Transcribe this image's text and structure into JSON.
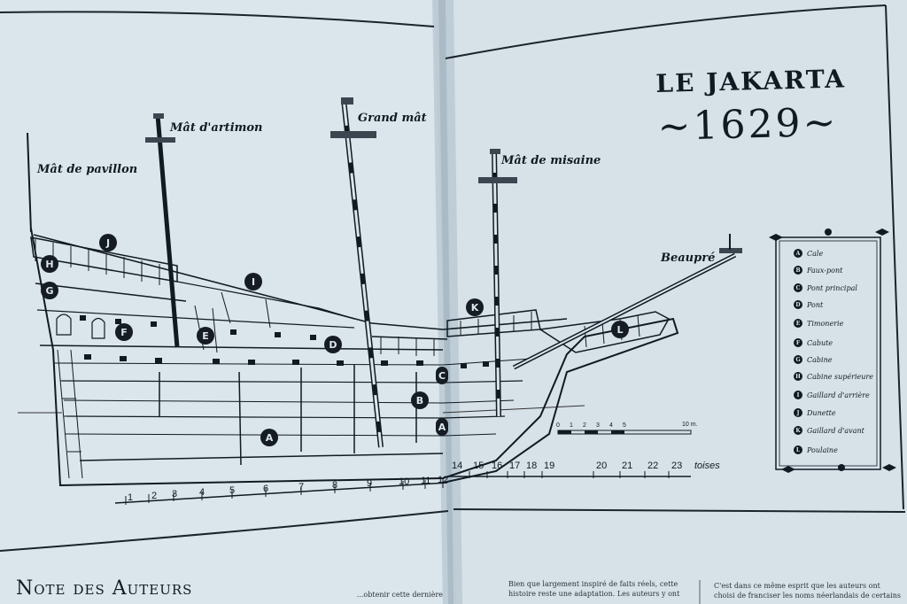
{
  "title": {
    "name": "LE JAKARTA",
    "year": "~1629~"
  },
  "masts": {
    "pavillon": "Mât de pavillon",
    "artimon": "Mât d'artimon",
    "grand": "Grand mât",
    "misaine": "Mât de misaine",
    "beaupre": "Beaupré"
  },
  "markers": [
    "A",
    "B",
    "C",
    "D",
    "E",
    "F",
    "G",
    "H",
    "I",
    "J",
    "K",
    "L"
  ],
  "legend": [
    {
      "key": "A",
      "label": "Cale"
    },
    {
      "key": "B",
      "label": "Faux-pont"
    },
    {
      "key": "C",
      "label": "Pont principal"
    },
    {
      "key": "D",
      "label": "Pont"
    },
    {
      "key": "E",
      "label": "Timonerie"
    },
    {
      "key": "F",
      "label": "Cabute"
    },
    {
      "key": "G",
      "label": "Cabine"
    },
    {
      "key": "H",
      "label": "Cabine supérieure"
    },
    {
      "key": "I",
      "label": "Gaillard d'arrière"
    },
    {
      "key": "J",
      "label": "Dunette"
    },
    {
      "key": "K",
      "label": "Gaillard d'avant"
    },
    {
      "key": "L",
      "label": "Poulaine"
    }
  ],
  "ruler_left": [
    "1",
    "2",
    "3",
    "4",
    "5",
    "6",
    "7",
    "8",
    "9",
    "10",
    "11",
    "12"
  ],
  "ruler_right": [
    "14",
    "15",
    "16",
    "17",
    "18",
    "19",
    "20",
    "21",
    "22",
    "23"
  ],
  "ruler_unit": "toises",
  "scale_bar": {
    "ticks": [
      "0",
      "1",
      "2",
      "3",
      "4",
      "5"
    ],
    "end": "10 m."
  },
  "footer": {
    "heading": "Note des Auteurs",
    "left_snippet": "...obtenir cette dernière",
    "col1": "Bien que largement inspiré de faits réels, cette histoire reste une adaptation. Les auteurs y ont",
    "col2": "C'est dans ce même esprit que les auteurs ont choisi de franciser les noms néerlandais de certains"
  },
  "colors": {
    "page": "#dbe5ec",
    "ink": "#111a22",
    "gutter": "#8fa2ae"
  }
}
